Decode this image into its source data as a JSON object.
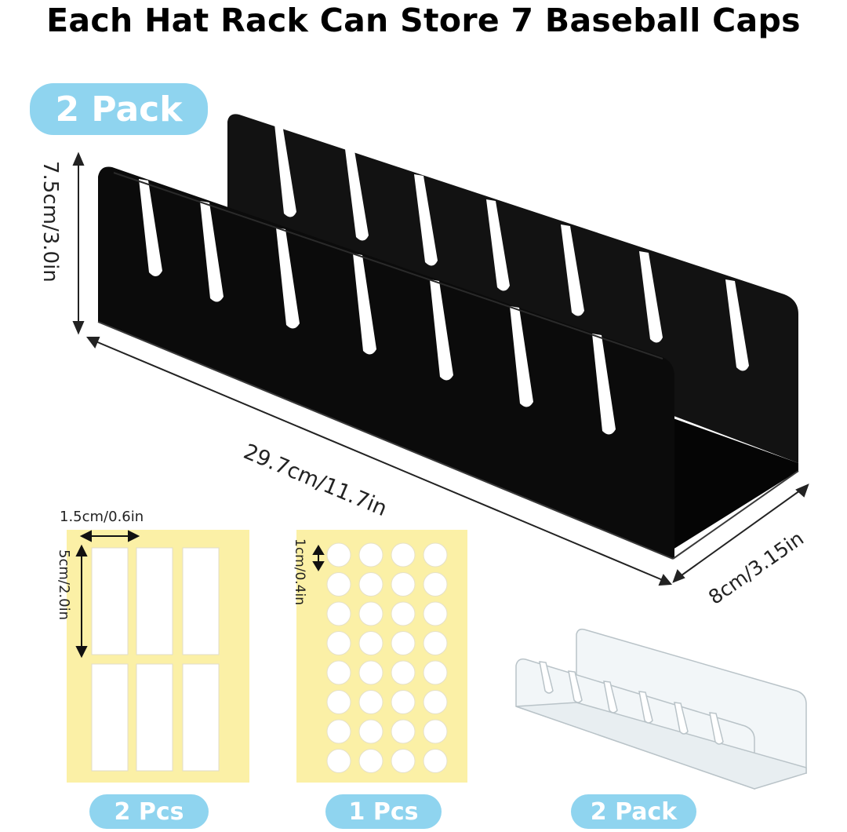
{
  "headline": "Each Hat Rack Can Store 7 Baseball Caps",
  "badges": {
    "main": "2 Pack",
    "strips": "2 Pcs",
    "dots": "1 Pcs",
    "clear_rack": "2 Pack"
  },
  "dimensions": {
    "height": "7.5cm/3.0in",
    "length": "29.7cm/11.7in",
    "depth": "8cm/3.15in",
    "strip_width": "1.5cm/0.6in",
    "strip_height": "5cm/2.0in",
    "dot_size": "1cm/0.4in"
  },
  "colors": {
    "badge": "#8fd4ef",
    "sheet": "#fbf0a6",
    "rack": "#0b0b0b",
    "adhesive": "#ffffff"
  }
}
